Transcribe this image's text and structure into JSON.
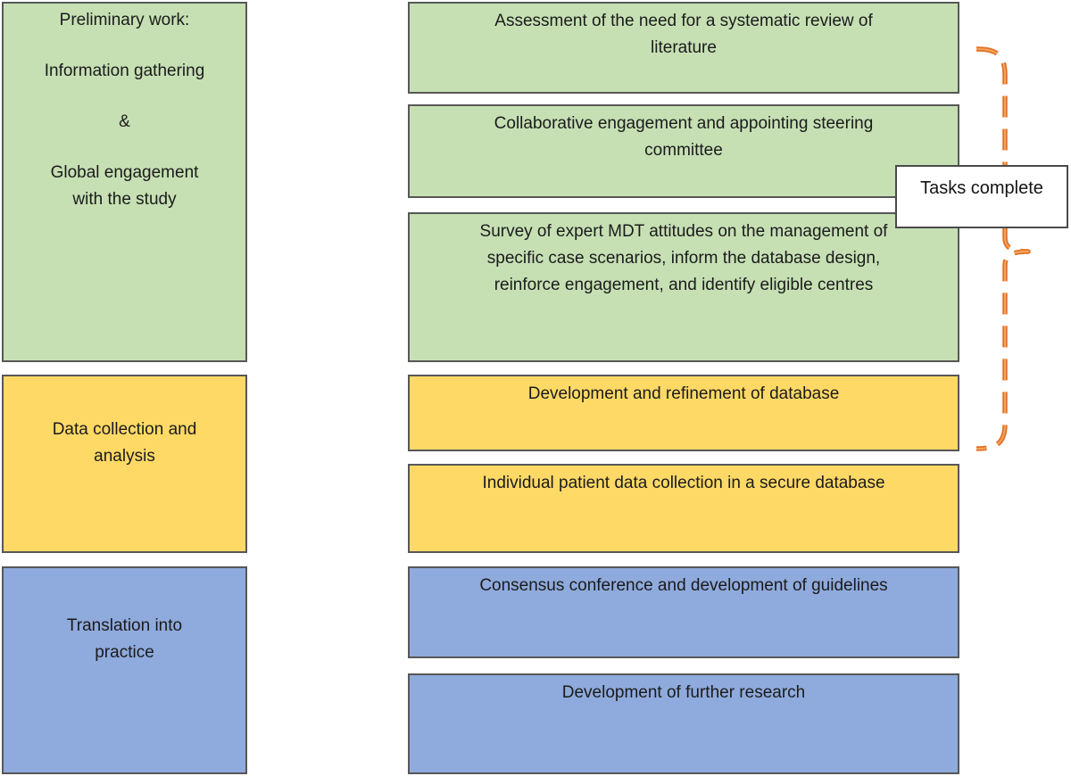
{
  "figure": {
    "title": "study-phases-flow-diagram"
  },
  "palette": {
    "phase1_fill": "#c6e0b4",
    "phase2_fill": "#ffd966",
    "phase3_fill": "#8faadc",
    "box_border": "#575757",
    "text_color": "#1b1b1b",
    "bracket_orange_outer": "#de7226",
    "bracket_orange_inner": "#f5a25d",
    "callout_fill": "#ffffff"
  },
  "left_column": {
    "phase1": {
      "lines": [
        "Preliminary work:",
        "Information gathering",
        "&",
        "Global engagement with the study"
      ]
    },
    "phase2": {
      "label": "Data collection and analysis"
    },
    "phase3": {
      "label": "Translation into practice"
    }
  },
  "right_column": {
    "tasks": [
      "Assessment of the need for a systematic review of literature",
      "Collaborative engagement and appointing steering committee",
      "Survey of expert MDT attitudes on the management of specific case scenarios, inform the database design, reinforce engagement, and identify eligible centres",
      "Development and refinement of database",
      "Individual patient data collection in a secure database",
      "Consensus conference and development of guidelines",
      "Development of further research"
    ]
  },
  "callout": {
    "label": "Tasks complete"
  }
}
